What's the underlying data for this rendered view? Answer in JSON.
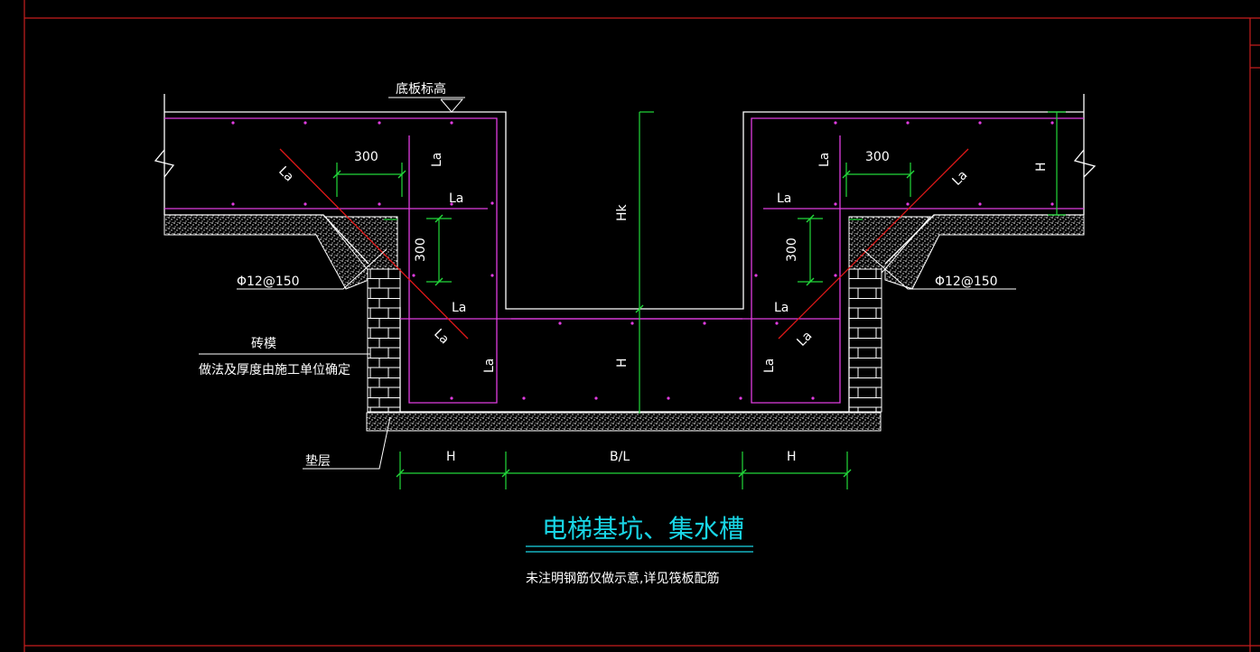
{
  "colors": {
    "background": "#000000",
    "frame": "#c81e1e",
    "concrete_outline": "#ffffff",
    "rebar": "#e03ce0",
    "dimension": "#22d83a",
    "diagonal_bar": "#e01818",
    "title": "#19d6e6",
    "text": "#ffffff"
  },
  "labels": {
    "slab_elevation": "底板标高",
    "rebar_left": "Φ12@150",
    "rebar_right": "Φ12@150",
    "brick_mold": "砖模",
    "brick_note": "做法及厚度由施工单位确定",
    "cushion": "垫层",
    "la": "La",
    "hk": "Hk",
    "h": "H",
    "b_over_l": "B/L",
    "dim_300": "300"
  },
  "title": "电梯基坑、集水槽",
  "note": "未注明钢筋仅做示意,详见筏板配筋"
}
